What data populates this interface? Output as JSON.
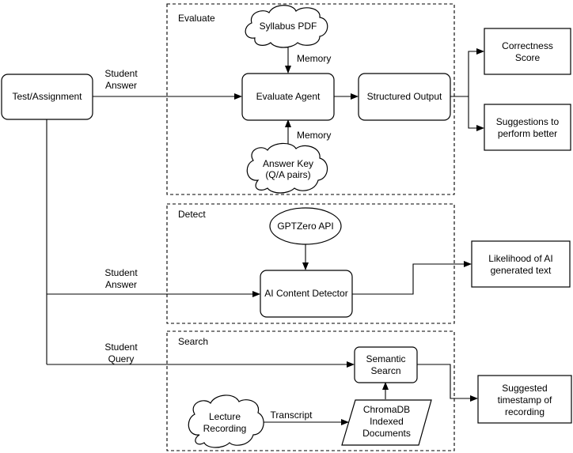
{
  "groups": {
    "evaluate": "Evaluate",
    "detect": "Detect",
    "search": "Search"
  },
  "nodes": {
    "test_assignment": "Test/Assignment",
    "syllabus_pdf": "Syllabus PDF",
    "evaluate_agent": "Evaluate Agent",
    "structured_output": "Structured Output",
    "answer_key": [
      "Answer Key",
      "(Q/A pairs)"
    ],
    "correctness_score": [
      "Correctness",
      "Score"
    ],
    "suggestions": [
      "Suggestions to",
      "perform better"
    ],
    "gptzero_api": "GPTZero API",
    "ai_content_detector": "AI Content Detector",
    "likelihood": [
      "Likelihood of AI",
      "generated text"
    ],
    "semantic_search": [
      "Semantic",
      "Searcn"
    ],
    "lecture_recording": [
      "Lecture",
      "Recording"
    ],
    "chromadb": [
      "ChromaDB",
      "Indexed",
      "Documents"
    ],
    "suggested_timestamp": [
      "Suggested",
      "timestamp of",
      "recording"
    ]
  },
  "edge_labels": {
    "student_answer_1": [
      "Student",
      "Answer"
    ],
    "memory_top": "Memory",
    "memory_bottom": "Memory",
    "student_answer_2": [
      "Student",
      "Answer"
    ],
    "student_query": [
      "Student",
      "Query"
    ],
    "transcript": "Transcript"
  }
}
